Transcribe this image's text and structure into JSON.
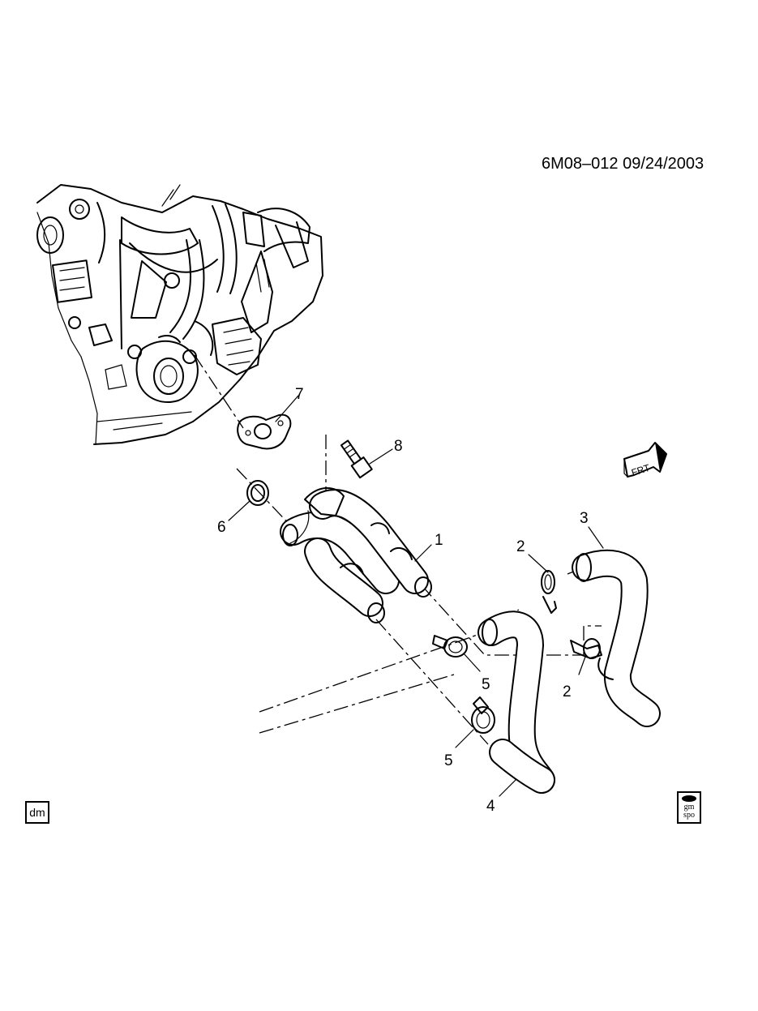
{
  "header": {
    "reference": "6M08–012  09/24/2003"
  },
  "callouts": [
    {
      "id": "c1",
      "label": "1"
    },
    {
      "id": "c2a",
      "label": "2"
    },
    {
      "id": "c2b",
      "label": "2"
    },
    {
      "id": "c3",
      "label": "3"
    },
    {
      "id": "c4",
      "label": "4"
    },
    {
      "id": "c5a",
      "label": "5"
    },
    {
      "id": "c5b",
      "label": "5"
    },
    {
      "id": "c6",
      "label": "6"
    },
    {
      "id": "c7",
      "label": "7"
    },
    {
      "id": "c8",
      "label": "8"
    }
  ],
  "orientation": {
    "label": "FRT"
  },
  "badges": {
    "left": "dm",
    "right_line1": "gm",
    "right_line2": "spo"
  },
  "icons": {
    "engine": "engine-illustration-icon",
    "front": "front-arrow-icon",
    "spo": "gm-spo-logo-icon"
  }
}
